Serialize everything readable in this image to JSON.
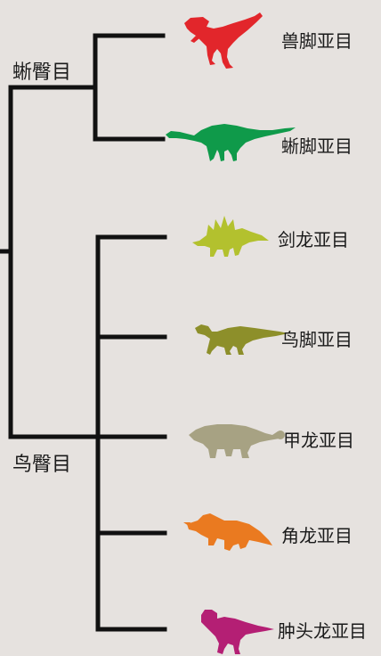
{
  "orders": [
    {
      "name": "蜥臀目"
    },
    {
      "name": "鸟臀目"
    }
  ],
  "suborders": [
    {
      "name": "兽脚亚目",
      "color": "#e2262b",
      "icon": "theropod-silhouette-icon"
    },
    {
      "name": "蜥脚亚目",
      "color": "#0f9a4a",
      "icon": "sauropod-silhouette-icon"
    },
    {
      "name": "剑龙亚目",
      "color": "#b3c12e",
      "icon": "stegosaur-silhouette-icon"
    },
    {
      "name": "鸟脚亚目",
      "color": "#8d8f2a",
      "icon": "ornithopod-silhouette-icon"
    },
    {
      "name": "甲龙亚目",
      "color": "#a7a283",
      "icon": "ankylosaur-silhouette-icon"
    },
    {
      "name": "角龙亚目",
      "color": "#ea7a20",
      "icon": "ceratopsian-silhouette-icon"
    },
    {
      "name": "肿头龙亚目",
      "color": "#b41f74",
      "icon": "pachycephalosaur-silhouette-icon"
    }
  ]
}
